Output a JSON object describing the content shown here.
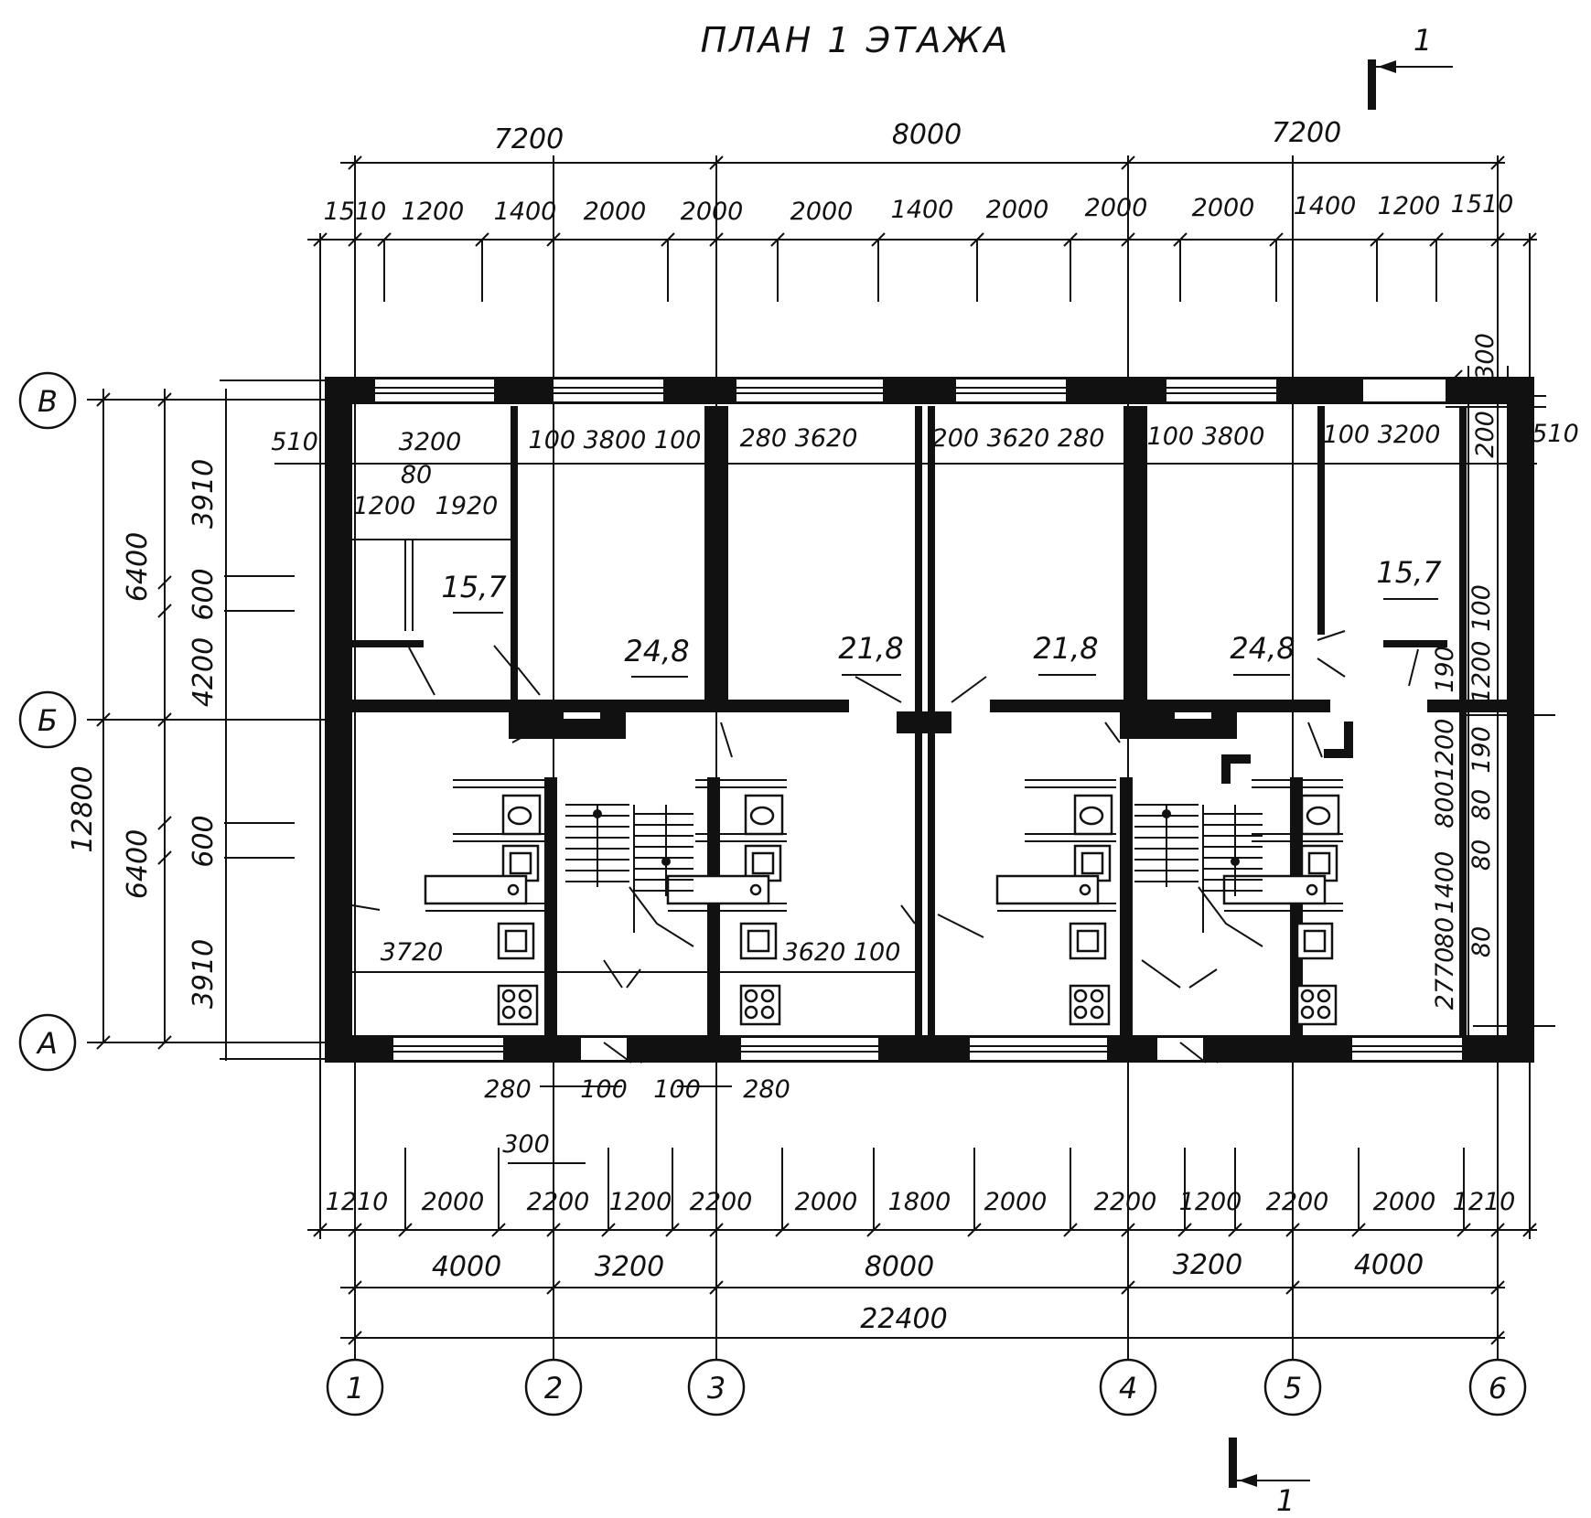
{
  "title": "ПЛАН 1 ЭТАЖА",
  "section_mark": "1",
  "axes": {
    "columns": [
      "1",
      "2",
      "3",
      "4",
      "5",
      "6"
    ],
    "rows": [
      "В",
      "Б",
      "А"
    ]
  },
  "dimensions": {
    "top_overall": [
      "7200",
      "8000",
      "7200"
    ],
    "top_detail": [
      "1510",
      "1200",
      "1400",
      "2000",
      "2000",
      "2000",
      "1400",
      "2000",
      "2000",
      "2000",
      "1400",
      "1200",
      "1510"
    ],
    "bottom_detail": [
      "1210",
      "2000",
      "2200",
      "1200",
      "2200",
      "2000",
      "1800",
      "2000",
      "2200",
      "1200",
      "2200",
      "2000",
      "1210"
    ],
    "bottom_axes": [
      "4000",
      "3200",
      "8000",
      "3200",
      "4000"
    ],
    "bottom_total": "22400",
    "bottom_small": [
      "280",
      "100",
      "100",
      "280",
      "300"
    ],
    "left_outer": [
      "6400",
      "12800",
      "6400"
    ],
    "left_inner": [
      "3910",
      "600",
      "4200",
      "600",
      "3910"
    ],
    "right": [
      "300",
      "200",
      "510",
      "100",
      "190",
      "1200",
      "1200",
      "190",
      "800",
      "80",
      "80",
      "1400",
      "80",
      "80",
      "2770"
    ],
    "interior": [
      "510",
      "3200",
      "100 3800 100",
      "280 3620",
      "200 3620 280",
      "100 3800",
      "100 3200",
      "80",
      "1200",
      "1920",
      "3720",
      "3620 100"
    ]
  },
  "rooms": {
    "areas": [
      "15,7",
      "24,8",
      "21,8",
      "21,8",
      "24,8",
      "15,7"
    ]
  }
}
